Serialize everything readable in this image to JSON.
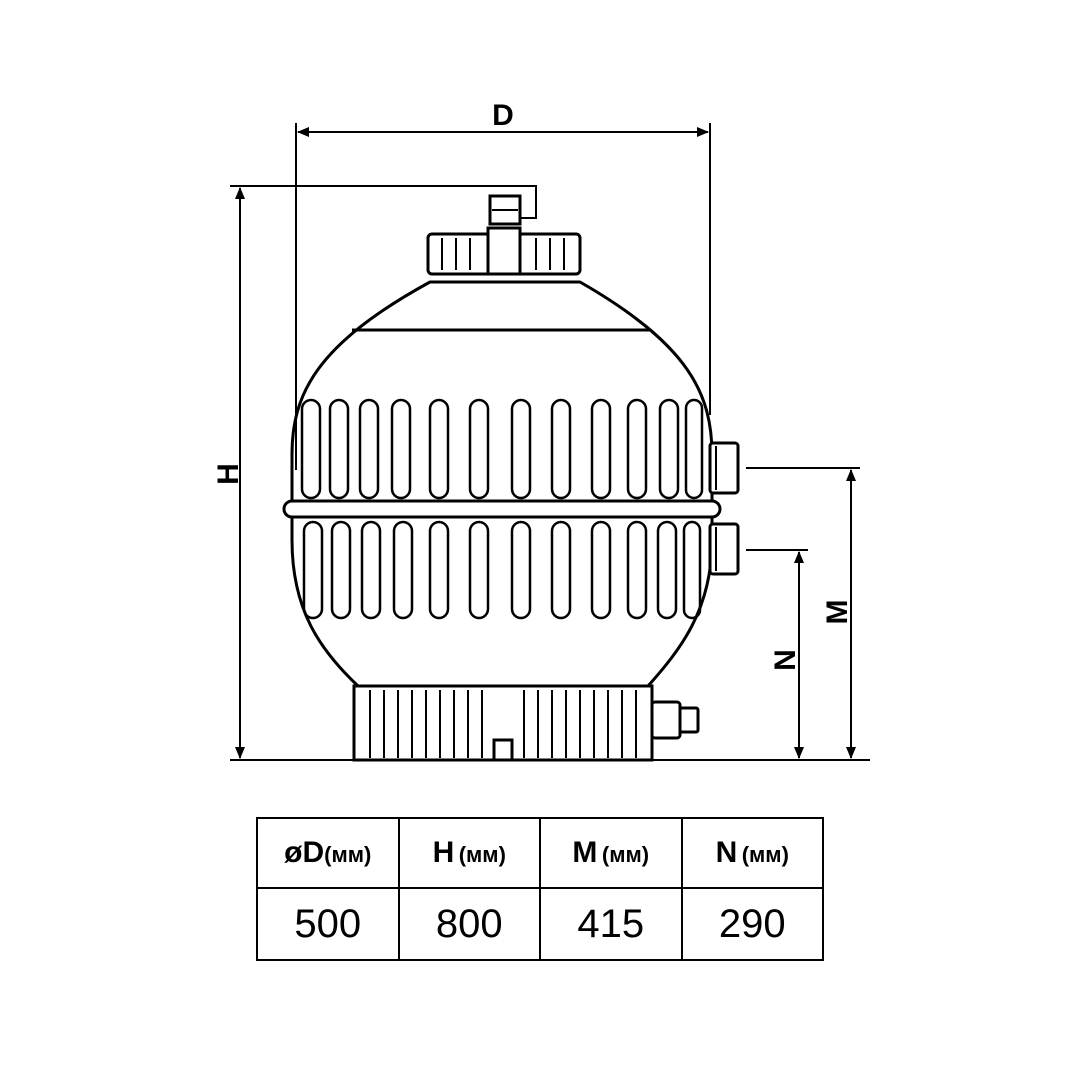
{
  "diagram": {
    "dimension_labels": {
      "d": "D",
      "h": "H",
      "m": "M",
      "n": "N"
    }
  },
  "table": {
    "headers": [
      {
        "symbol": "øD",
        "unit": "(мм)"
      },
      {
        "symbol": "H",
        "unit": "(мм)"
      },
      {
        "symbol": "M",
        "unit": "(мм)"
      },
      {
        "symbol": "N",
        "unit": "(мм)"
      }
    ],
    "values": [
      "500",
      "800",
      "415",
      "290"
    ]
  }
}
